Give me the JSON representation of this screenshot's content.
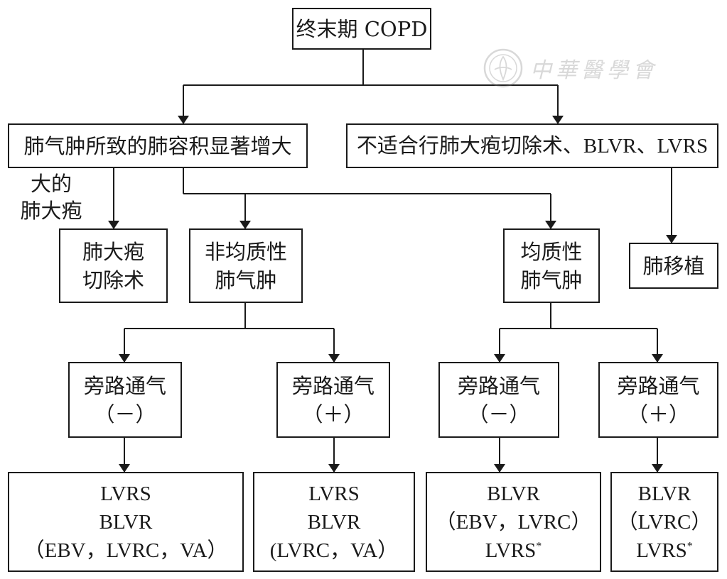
{
  "nodes": {
    "root": "终末期 COPD",
    "vol_increase": "肺气肿所致的肺容积显著增大",
    "not_suitable": "不适合行肺大疱切除术、BLVR、LVRS",
    "bullectomy": [
      "肺大疱",
      "切除术"
    ],
    "heterogeneous": [
      "非均质性",
      "肺气肿"
    ],
    "homogeneous": [
      "均质性",
      "肺气肿"
    ],
    "transplant": "肺移植",
    "cv_neg_1": [
      "旁路通气",
      "（－）"
    ],
    "cv_pos_1": [
      "旁路通气",
      "（＋）"
    ],
    "cv_neg_2": [
      "旁路通气",
      "（－）"
    ],
    "cv_pos_2": [
      "旁路通气",
      "（＋）"
    ],
    "treat_1": [
      "LVRS",
      "BLVR",
      "（EBV，LVRC，VA）"
    ],
    "treat_2": [
      "LVRS",
      "BLVR",
      "(LVRC，VA）"
    ],
    "treat_3": [
      "BLVR",
      "（EBV，LVRC）",
      "LVRS"
    ],
    "treat_4": [
      "BLVR",
      "（LVRC）",
      "LVRS"
    ]
  },
  "edge_label": [
    "大的",
    "肺大疱"
  ],
  "footnote_mark": "*",
  "watermark": {
    "text": "中華醫學會",
    "icon": "society-seal-icon"
  },
  "colors": {
    "line": "#1a1a1a",
    "background": "#ffffff"
  }
}
